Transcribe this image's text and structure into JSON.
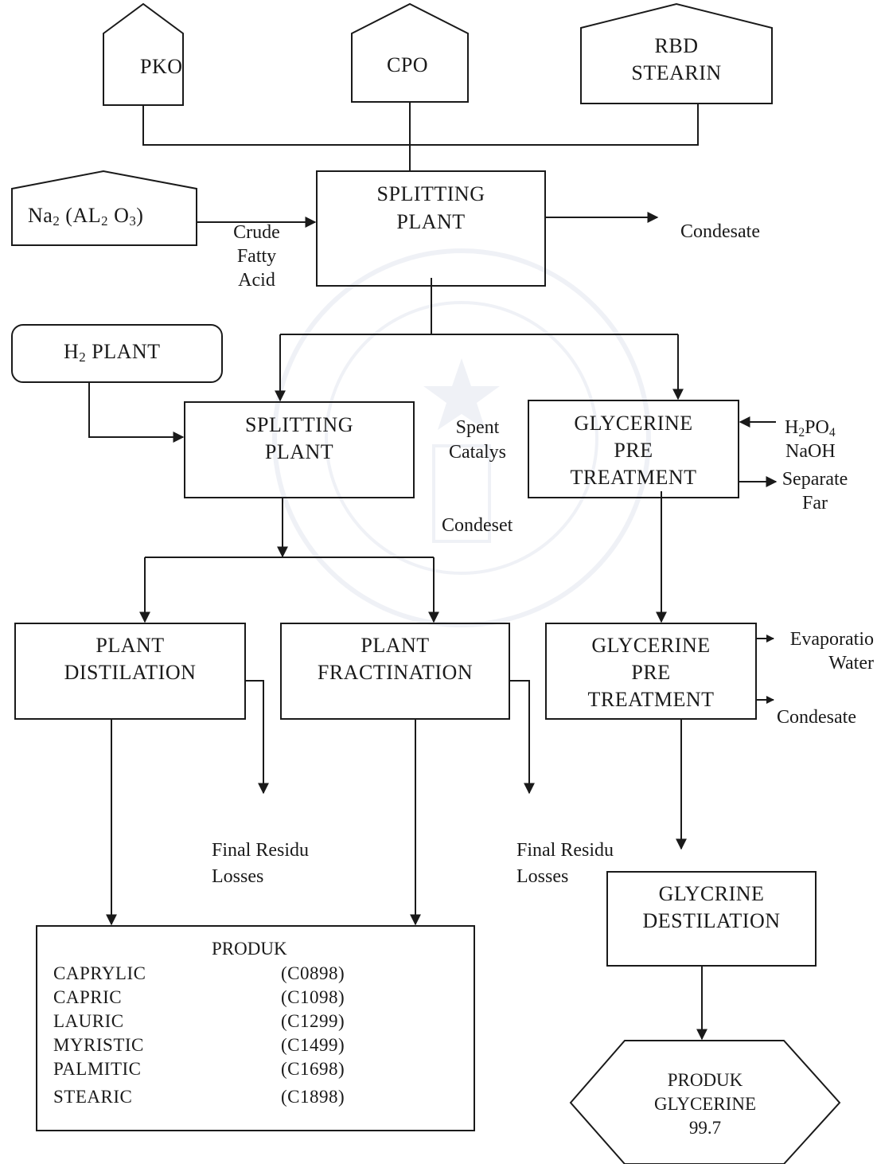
{
  "sources": {
    "pko": "PKO",
    "cpo": "CPO",
    "rbd": [
      "RBD",
      "STEARIN"
    ],
    "na_catalyst": {
      "a": "Na",
      "a_sub": "2",
      "b": "(AL",
      "b_sub": "2",
      "c": "O",
      "c_sub": "3",
      "d": ")"
    },
    "h2_plant": {
      "a": "H",
      "a_sub": "2",
      "b": "PLANT"
    }
  },
  "process": {
    "splitting_top": [
      "SPLITTING",
      "PLANT"
    ],
    "splitting_mid": [
      "SPLITTING",
      "PLANT"
    ],
    "glycerine_pre_1": [
      "GLYCERINE",
      "PRE",
      "TREATMENT"
    ],
    "plant_distilation": [
      "PLANT",
      "DISTILATION"
    ],
    "plant_fractination": [
      "PLANT",
      "FRACTINATION"
    ],
    "glycerine_pre_2": [
      "GLYCERINE",
      "PRE",
      "TREATMENT"
    ],
    "glycrine_destilation": [
      "GLYCRINE",
      "DESTILATION"
    ]
  },
  "streams": {
    "crude_fatty_acid": [
      "Crude",
      "Fatty",
      "Acid"
    ],
    "condesate_top": "Condesate",
    "spent_catalys": [
      "Spent",
      "Catalys"
    ],
    "condeset": "Condeset",
    "h3po4": {
      "a": "H",
      "a_sub": "2",
      "b": "PO",
      "b_sub": "4"
    },
    "naoh": "NaOH",
    "separate_far": [
      "Separate",
      "Far"
    ],
    "evaporation_water": [
      "Evaporatio",
      "Water"
    ],
    "condesate_right": "Condesate",
    "final_residu_1": [
      "Final Residu",
      "Losses"
    ],
    "final_residu_2": [
      "Final Residu",
      "Losses"
    ]
  },
  "products": {
    "title": "PRODUK",
    "items": [
      {
        "name": "CAPRYLIC",
        "code": "(C0898)"
      },
      {
        "name": "CAPRIC",
        "code": "(C1098)"
      },
      {
        "name": "LAURIC",
        "code": "(C1299)"
      },
      {
        "name": "MYRISTIC",
        "code": "(C1499)"
      },
      {
        "name": "PALMITIC",
        "code": "(C1698)"
      },
      {
        "name": "STEARIC",
        "code": "(C1898)"
      }
    ]
  },
  "glycerine_product": [
    "PRODUK",
    "GLYCERINE",
    "99.7"
  ]
}
